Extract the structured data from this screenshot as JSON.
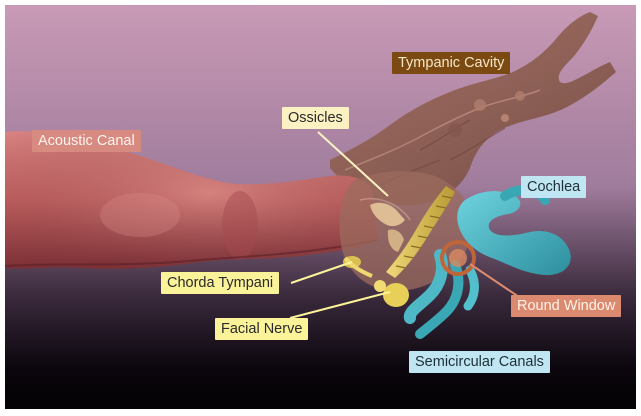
{
  "labels": {
    "tympanic_cavity": "Tympanic Cavity",
    "ossicles": "Ossicles",
    "acoustic_canal": "Acoustic Canal",
    "cochlea": "Cochlea",
    "chorda_tympani": "Chorda Tympani",
    "round_window": "Round Window",
    "facial_nerve": "Facial Nerve",
    "semicircular_canals": "Semicircular Canals"
  },
  "colors": {
    "background_top": "#c79ab5",
    "background_bottom": "#050308",
    "acoustic_canal": "#c56b6a",
    "tympanic_cavity": "#8c5a46",
    "ossicles": "#e0c98a",
    "facial_nerve": "#e3c85a",
    "cochlea": "#46b4c2",
    "round_window": "#c0643a"
  }
}
